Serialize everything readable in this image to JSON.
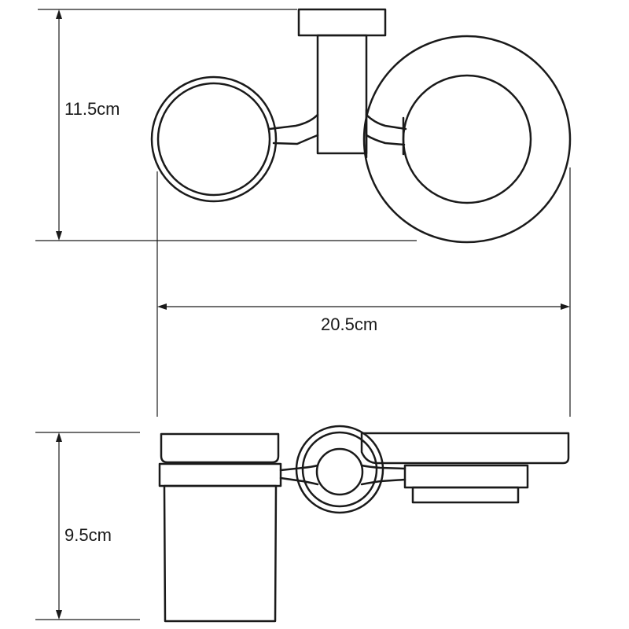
{
  "dimensions": {
    "top_height": "11.5cm",
    "overall_width": "20.5cm",
    "bottom_height": "9.5cm"
  },
  "colors": {
    "line": "#1a1a1a",
    "background": "#ffffff"
  }
}
